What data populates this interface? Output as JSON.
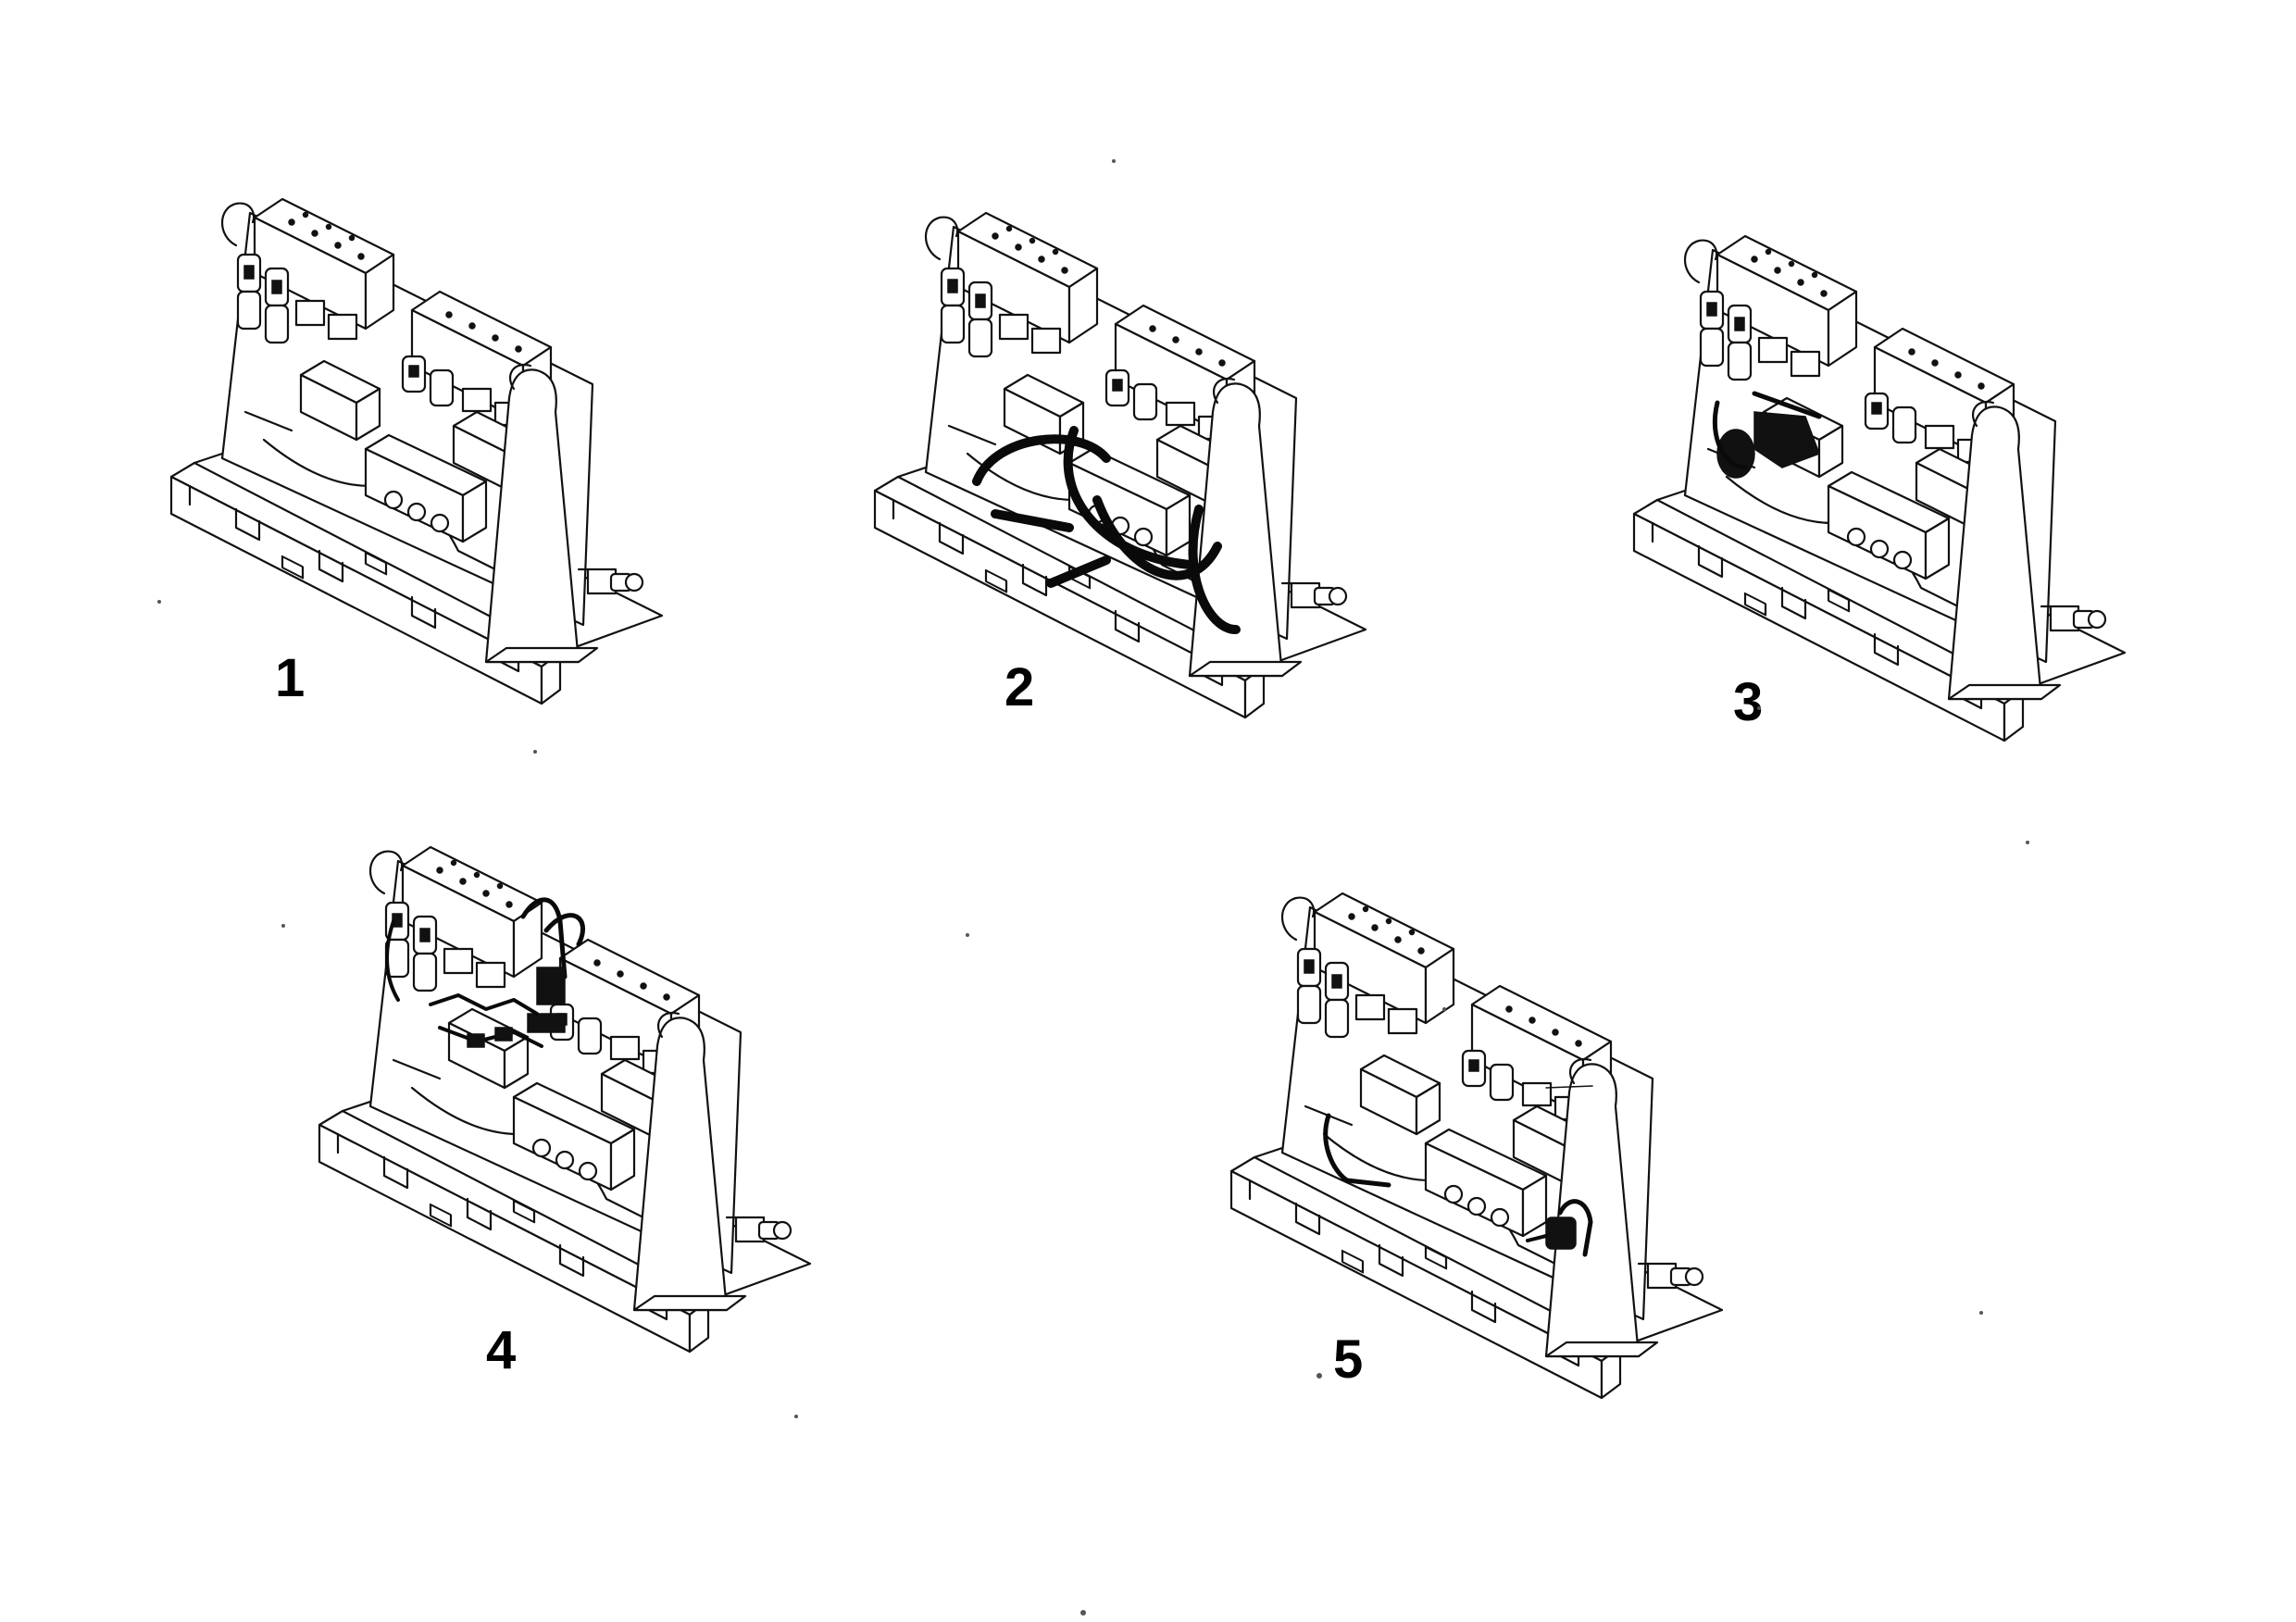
{
  "figure": {
    "panels": [
      {
        "id": "assembly-step-1",
        "label": "1",
        "variant": "base"
      },
      {
        "id": "assembly-step-2",
        "label": "2",
        "variant": "hoses"
      },
      {
        "id": "assembly-step-3",
        "label": "3",
        "variant": "drive"
      },
      {
        "id": "assembly-step-4",
        "label": "4",
        "variant": "wiring"
      },
      {
        "id": "assembly-step-5",
        "label": "5",
        "variant": "connector"
      }
    ]
  },
  "icons": {
    "valve_block": "valve-block-icon",
    "solenoid": "solenoid-icon",
    "frame": "frame-icon",
    "cable": "cable-icon"
  },
  "colors": {
    "ink": "#111111",
    "paper": "#ffffff"
  }
}
